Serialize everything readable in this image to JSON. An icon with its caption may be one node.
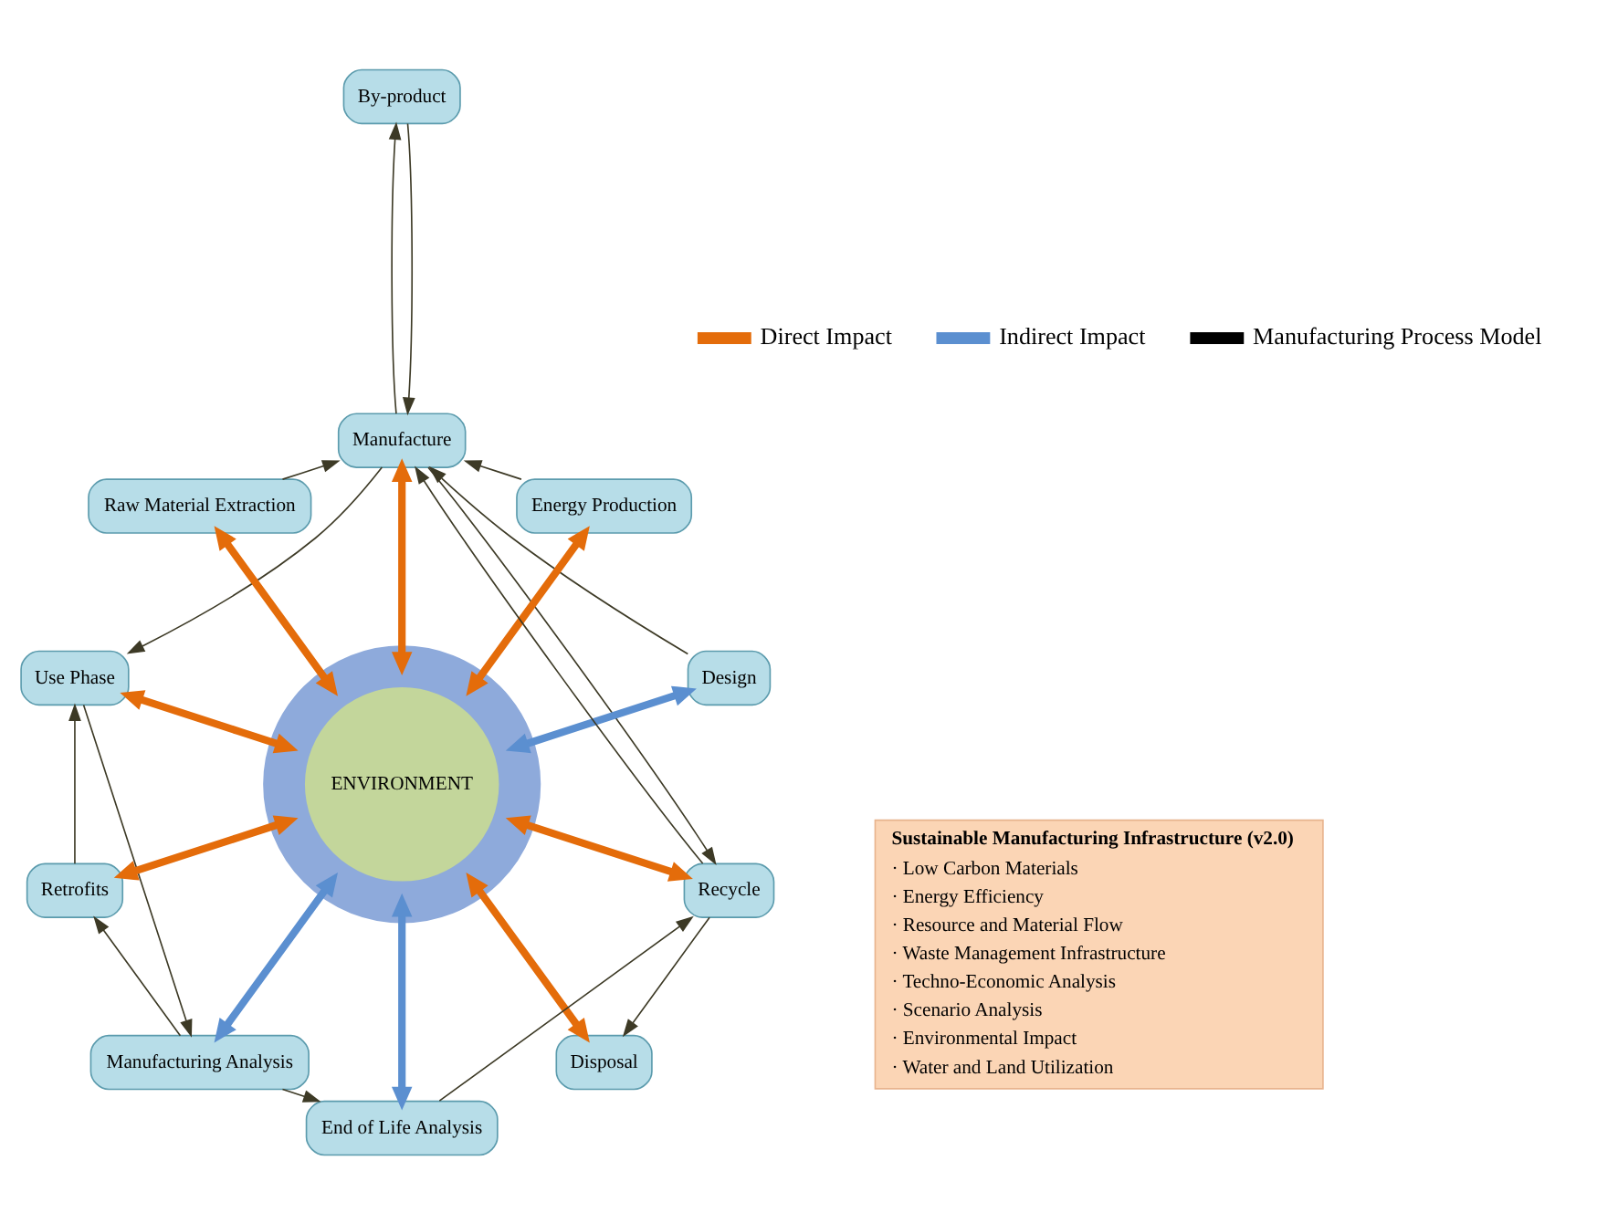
{
  "diagram": {
    "nodes": [
      {
        "text": [
          "Design"
        ]
      },
      {
        "text": [
          "Energy Production"
        ]
      },
      {
        "text": [
          "Manufacture"
        ]
      },
      {
        "text": [
          "By-product"
        ]
      },
      {
        "text": [
          "Raw Material Extraction"
        ]
      },
      {
        "text": [
          "Use Phase"
        ]
      },
      {
        "text": [
          "ENVIRONMENT"
        ]
      },
      {
        "text": [
          "Sustainable Manufacturing Infrastructure (v2.0)",
          "· Low Carbon Materials",
          "· Energy Efficiency",
          "· Resource and Material Flow",
          "· Waste Management Infrastructure",
          "· Techno-Economic Analysis",
          "· Scenario Analysis",
          "· Environmental Impact",
          "· Water and Land Utilization"
        ]
      },
      {
        "text": [
          "Retrofits"
        ]
      },
      {
        "text": [
          "Manufacturing Analysis"
        ]
      },
      {
        "text": [
          "End of Life Analysis"
        ]
      },
      {
        "text": [
          "Disposal"
        ]
      },
      {
        "text": [
          "Recycle"
        ]
      }
    ],
    "edges": [
      {
        "from": 1,
        "to": 2,
        "arrow": "to",
        "color": "#3d3a26"
      },
      {
        "from": 0,
        "to": 2,
        "arrow": "to",
        "color": "#3d3a26"
      },
      {
        "from": 4,
        "to": 2,
        "arrow": "to",
        "color": "#3d3a26"
      },
      {
        "from": 2,
        "to": 3,
        "arrow": "to",
        "color": "#3d3a26"
      },
      {
        "from": 3,
        "to": 2,
        "arrow": "to",
        "color": "#3d3a26"
      },
      {
        "from": 2,
        "to": 5,
        "arrow": "to",
        "color": "#3d3a26"
      },
      {
        "from": 5,
        "to": 9,
        "arrow": "to",
        "color": "#3d3a26"
      },
      {
        "from": 9,
        "to": 8,
        "arrow": "to",
        "color": "#3d3a26"
      },
      {
        "from": 8,
        "to": 5,
        "arrow": "to",
        "color": "#3d3a26"
      },
      {
        "from": 9,
        "to": 10,
        "arrow": "to",
        "color": "#3d3a26"
      },
      {
        "from": 10,
        "to": 12,
        "arrow": "to",
        "color": "#3d3a26"
      },
      {
        "from": 12,
        "to": 11,
        "arrow": "to",
        "color": "#3d3a26"
      },
      {
        "from": 12,
        "to": 2,
        "arrow": "to",
        "color": "#3d3a26"
      },
      {
        "from": 2,
        "to": 12,
        "arrow": "to",
        "color": "#3d3a26"
      },
      {
        "from": 6,
        "to": 1,
        "arrow": "both",
        "style": "thick",
        "color": "#e46c0a"
      },
      {
        "from": 6,
        "to": 4,
        "arrow": "both",
        "style": "thick",
        "color": "#e46c0a"
      },
      {
        "from": 6,
        "to": 2,
        "arrow": "both",
        "style": "thick",
        "color": "#e46c0a"
      },
      {
        "from": 6,
        "to": 5,
        "arrow": "both",
        "style": "thick",
        "color": "#e46c0a"
      },
      {
        "from": 6,
        "to": 8,
        "arrow": "both",
        "style": "thick",
        "color": "#e46c0a"
      },
      {
        "from": 6,
        "to": 11,
        "arrow": "both",
        "style": "thick",
        "color": "#e46c0a"
      },
      {
        "from": 6,
        "to": 12,
        "arrow": "both",
        "style": "thick",
        "color": "#e46c0a"
      },
      {
        "from": 6,
        "to": 0,
        "arrow": "both",
        "style": "thick",
        "color": "#5b8fd0"
      },
      {
        "from": 6,
        "to": 9,
        "arrow": "both",
        "style": "thick",
        "color": "#5b8fd0"
      },
      {
        "from": 6,
        "to": 10,
        "arrow": "both",
        "style": "thick",
        "color": "#5b8fd0"
      }
    ],
    "legend": [
      {
        "text": "Direct Impact",
        "color": "#e46c0a"
      },
      {
        "text": "Indirect Impact",
        "color": "#5b8fd0"
      },
      {
        "text": "Manufacturing Process Model",
        "color": "#000000"
      }
    ]
  }
}
